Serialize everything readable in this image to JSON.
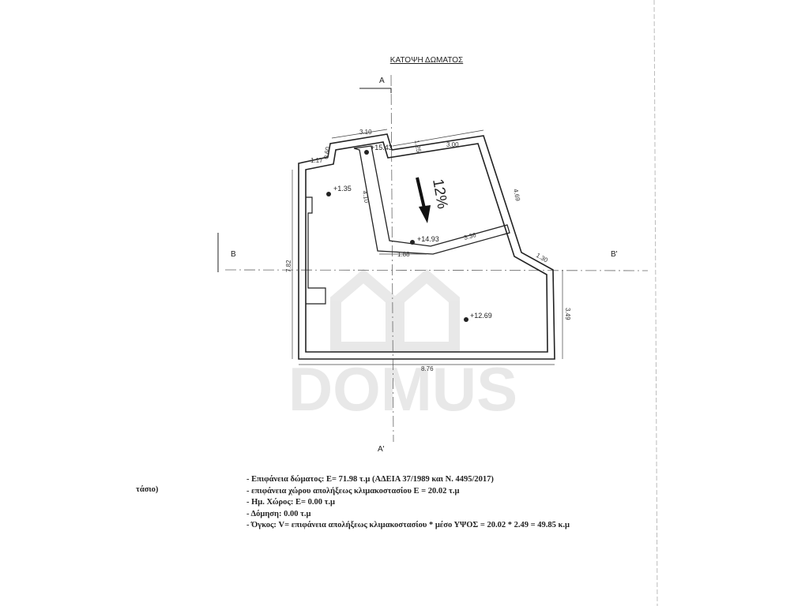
{
  "title": "ΚΑΤΟΨΗ ΔΩΜΑΤΟΣ",
  "section_marks": {
    "a_top": "A",
    "a_bottom": "A'",
    "b_left": "B",
    "b_right": "B'"
  },
  "slope": "12%",
  "elevations": [
    "+15.43",
    "+1.35",
    "+14.93",
    "+12.69"
  ],
  "dimensions": {
    "d1": "3.10",
    "d2": "1.25",
    "d3": "3.00",
    "d4": "1.17",
    "d5": "0.60",
    "d6": "4.10",
    "d7": "4.69",
    "d8": "3.36",
    "d9": "1.88",
    "d10": "1.30",
    "d11": "7.82",
    "d12": "3.49",
    "d13": "8.76"
  },
  "watermark": "DOMUS",
  "side_text": "τάσιο)",
  "notes": [
    "- Επιφάνεια δώματος: E= 71.98 τ.μ (ΑΔΕΙΑ 37/1989 και Ν. 4495/2017)",
    "- επιφάνεια χώρου απολήξεως κλιμακοστασίου E = 20.02 τ.μ",
    "- Ημ. Χώρος: E= 0.00 τ.μ",
    "- Δόμηση: 0.00 τ.μ",
    "- Όγκος: V= επιφάνεια απολήξεως κλιμακοστασίου *  μέσο ΥΨΟΣ = 20.02 * 2.49  = 49.85 κ.μ"
  ]
}
